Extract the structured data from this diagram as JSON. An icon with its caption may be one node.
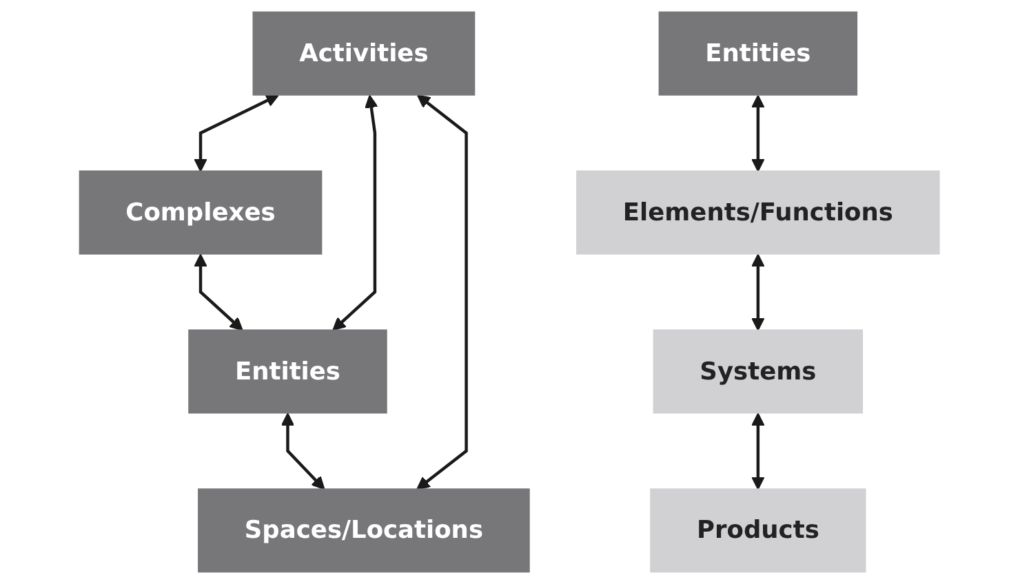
{
  "diagram": {
    "nodes": [
      {
        "text": [
          "Complexes"
        ]
      },
      {
        "text": [
          "Activities"
        ]
      },
      {
        "text": [
          "Entities"
        ]
      },
      {
        "text": [
          "Spaces/Locations"
        ]
      },
      {
        "text": [
          "Entities"
        ]
      },
      {
        "text": [
          "Elements/Functions"
        ]
      },
      {
        "text": [
          "Systems"
        ]
      },
      {
        "text": [
          "Products"
        ]
      }
    ],
    "edges": [
      {
        "from": 1,
        "to": 0,
        "arrow": "both"
      },
      {
        "from": 0,
        "to": 2,
        "arrow": "both"
      },
      {
        "from": 1,
        "to": 2,
        "arrow": "both"
      },
      {
        "from": 2,
        "to": 3,
        "arrow": "both"
      },
      {
        "from": 1,
        "to": 3,
        "arrow": "both"
      },
      {
        "from": 4,
        "to": 5,
        "arrow": "both"
      },
      {
        "from": 5,
        "to": 6,
        "arrow": "both"
      },
      {
        "from": 6,
        "to": 7,
        "arrow": "both"
      }
    ]
  }
}
